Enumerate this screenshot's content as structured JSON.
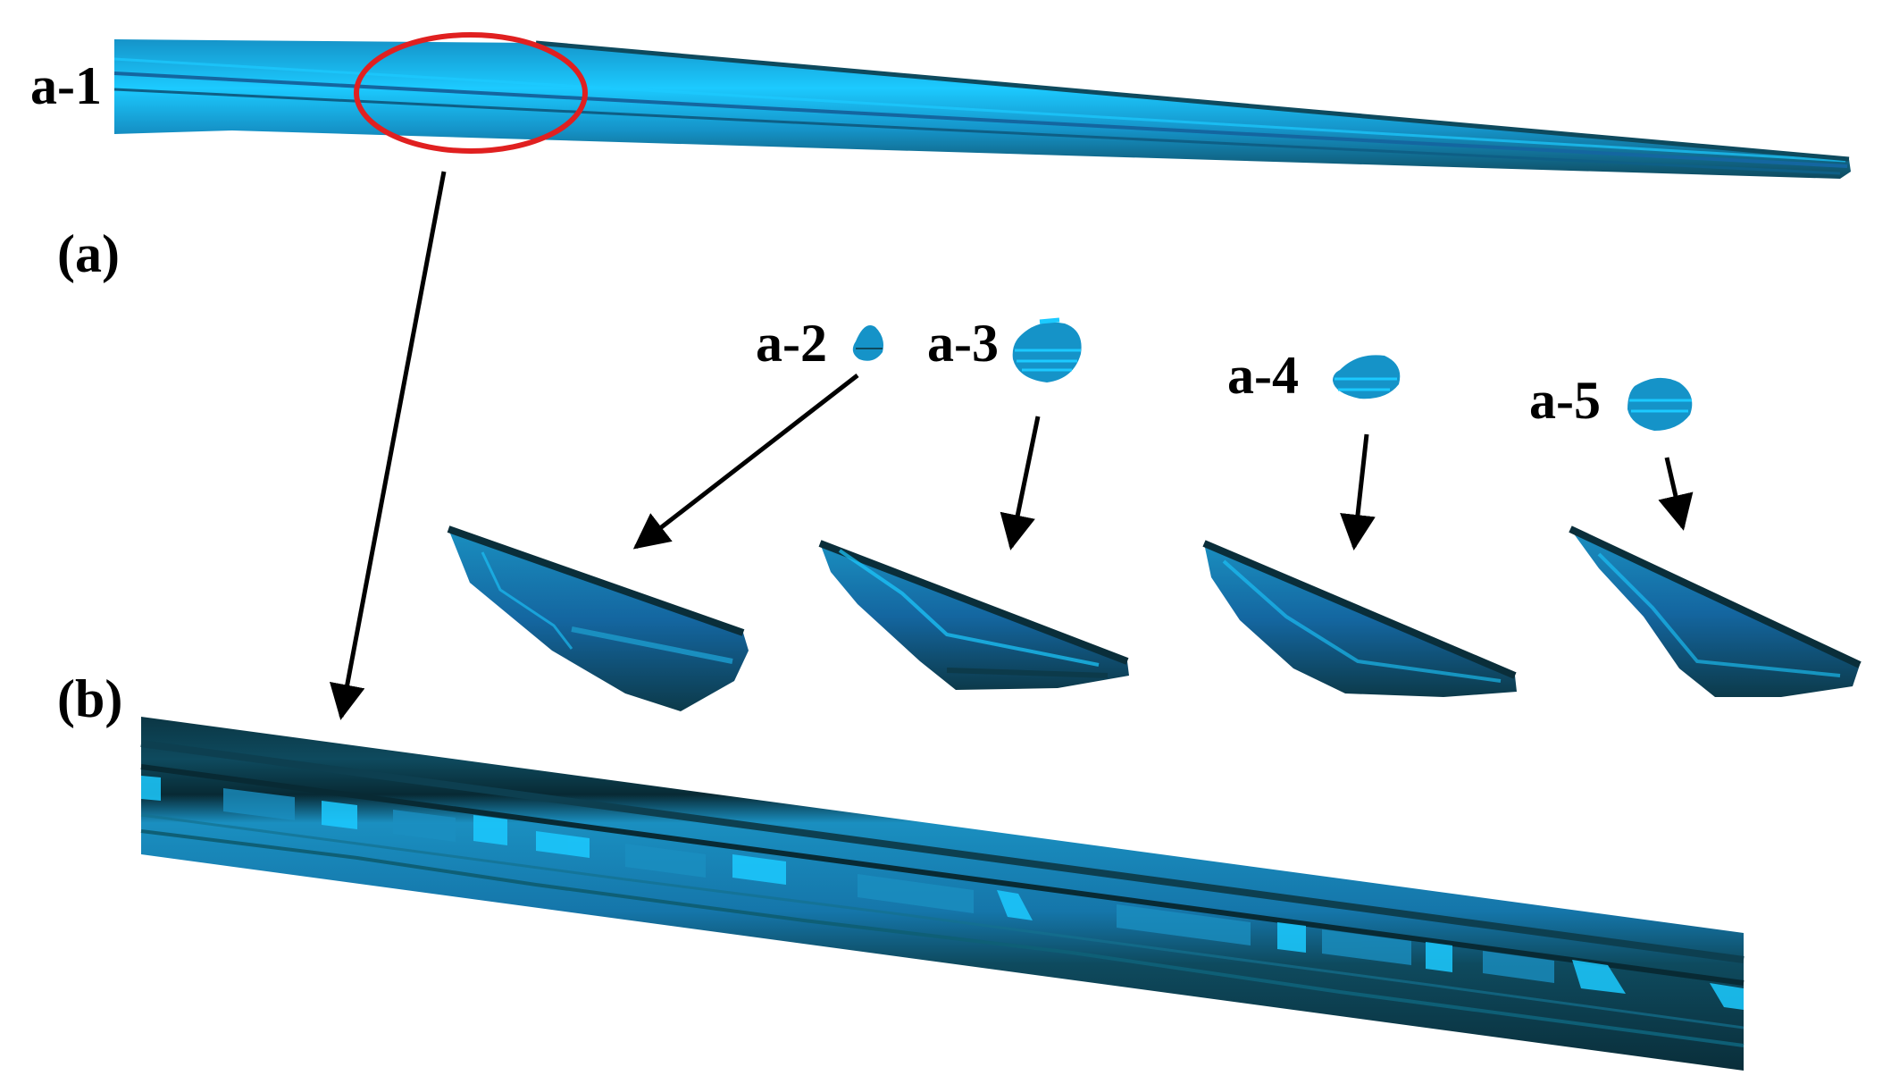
{
  "labels": {
    "a1": "a-1",
    "a": "(a)",
    "a2": "a-2",
    "a3": "a-3",
    "a4": "a-4",
    "a5": "a-5",
    "b": "(b)"
  },
  "colors": {
    "background": "#ffffff",
    "bright_blue": "#1ccaff",
    "mid_blue": "#1593c8",
    "dark_teal": "#0e4a5e",
    "deep_teal": "#0a2e3a",
    "highlight_ellipse": "#e02020",
    "arrow": "#000000"
  }
}
